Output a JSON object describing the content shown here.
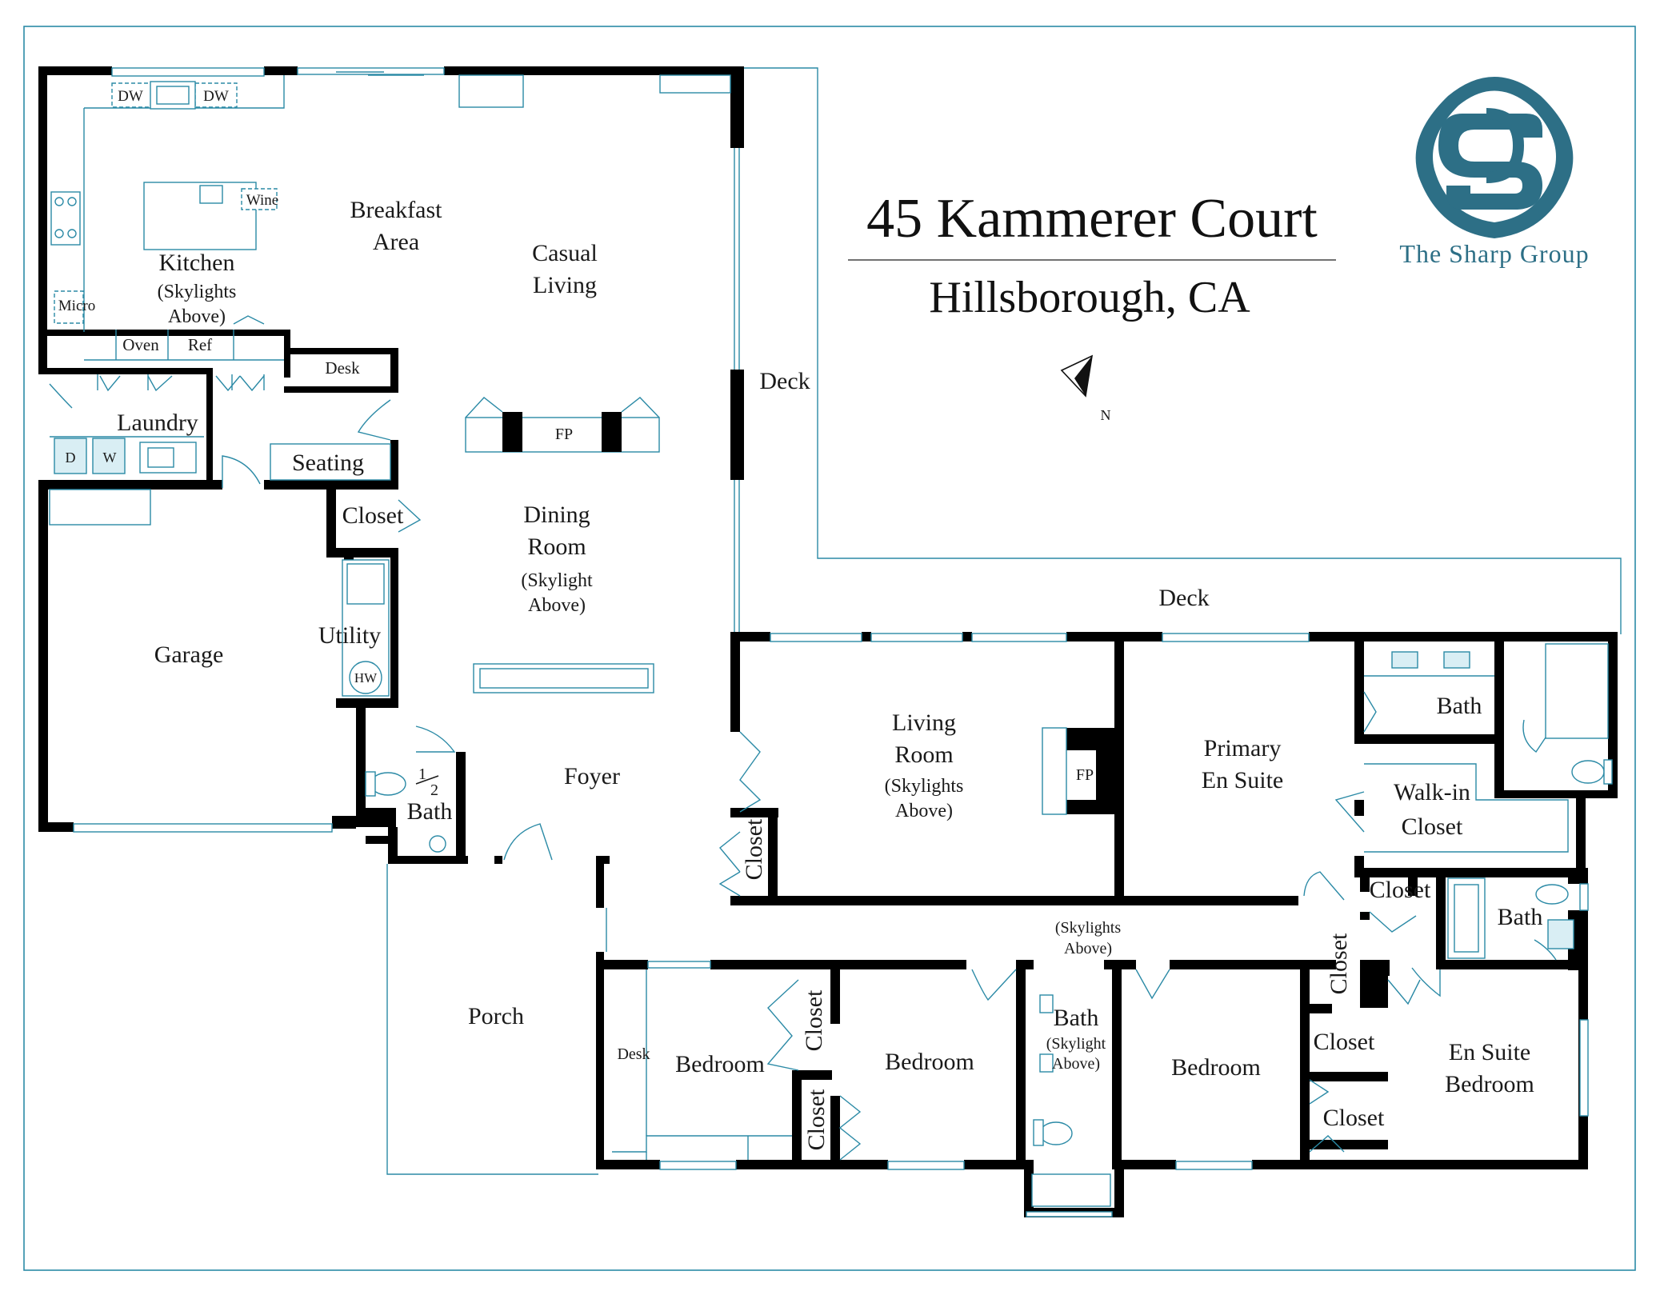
{
  "header": {
    "address": "45 Kammerer Court",
    "city": "Hillsborough, CA",
    "brand": "The Sharp Group",
    "north_label": "N"
  },
  "colors": {
    "walls": "#000000",
    "fixtures": "#2b8aa6",
    "brand": "#2d6f86",
    "border": "#2b8aa6"
  },
  "icons": [
    "sharp-group-logo-icon",
    "north-arrow-icon"
  ],
  "rooms": {
    "kitchen": "Kitchen",
    "kitchen_note": "(Skylights",
    "kitchen_note2": "Above)",
    "breakfast": "Breakfast",
    "breakfast2": "Area",
    "casual": "Casual",
    "casual2": "Living",
    "deck_top": "Deck",
    "deck_mid": "Deck",
    "laundry": "Laundry",
    "seating": "Seating",
    "desk_kitchen": "Desk",
    "closet_hall": "Closet",
    "dining": "Dining",
    "dining2": "Room",
    "dining_note": "(Skylight",
    "dining_note2": "Above)",
    "garage": "Garage",
    "utility": "Utility",
    "half_bath_num": "1",
    "half_bath_den": "2",
    "half_bath": "Bath",
    "foyer": "Foyer",
    "porch": "Porch",
    "living": "Living",
    "living2": "Room",
    "living_note": "(Skylights",
    "living_note2": "Above)",
    "closet_living": "Closet",
    "primary": "Primary",
    "primary2": "En Suite",
    "bath_primary": "Bath",
    "walkin": "Walk-in",
    "walkin2": "Closet",
    "closet_east": "Closet",
    "bath_east": "Bath",
    "hall_note": "(Skylights",
    "hall_note2": "Above)",
    "closet_vert": "Closet",
    "bedroom1": "Bedroom",
    "desk_bed": "Desk",
    "closet_b1": "Closet",
    "closet_b2": "Closet",
    "bedroom2": "Bedroom",
    "bath_hall": "Bath",
    "bath_hall_note": "(Skylight",
    "bath_hall_note2": "Above)",
    "bedroom3": "Bedroom",
    "closet_b3a": "Closet",
    "closet_b3b": "Closet",
    "ensuite": "En Suite",
    "ensuite2": "Bedroom"
  },
  "fixtures": {
    "dw": "DW",
    "dw2": "DW",
    "wine": "Wine",
    "micro": "Micro",
    "oven": "Oven",
    "ref": "Ref",
    "fp": "FP",
    "fp_living": "FP",
    "dryer": "D",
    "washer": "W",
    "hw": "HW"
  }
}
